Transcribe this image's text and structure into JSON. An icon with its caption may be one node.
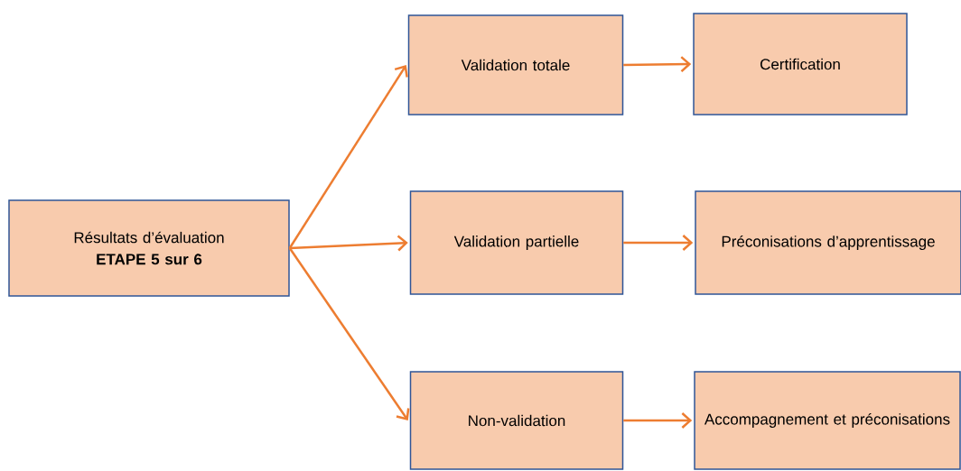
{
  "diagram": {
    "nodes": [
      {
        "text": [
          "Résultats d’évaluation",
          "ETAPE 5 sur 6"
        ]
      },
      {
        "text": [
          "Validation totale"
        ]
      },
      {
        "text": [
          "Certification"
        ]
      },
      {
        "text": [
          "Validation partielle"
        ]
      },
      {
        "text": [
          "Préconisations d’apprentissage"
        ]
      },
      {
        "text": [
          "Non-validation"
        ]
      },
      {
        "text": [
          "Accompagnement et préconisations"
        ]
      }
    ],
    "edges": [
      {
        "from": 0,
        "to": 1,
        "arrow": "to"
      },
      {
        "from": 0,
        "to": 3,
        "arrow": "to"
      },
      {
        "from": 0,
        "to": 5,
        "arrow": "to"
      },
      {
        "from": 1,
        "to": 2,
        "arrow": "to"
      },
      {
        "from": 3,
        "to": 4,
        "arrow": "to"
      },
      {
        "from": 5,
        "to": 6,
        "arrow": "to"
      }
    ]
  }
}
